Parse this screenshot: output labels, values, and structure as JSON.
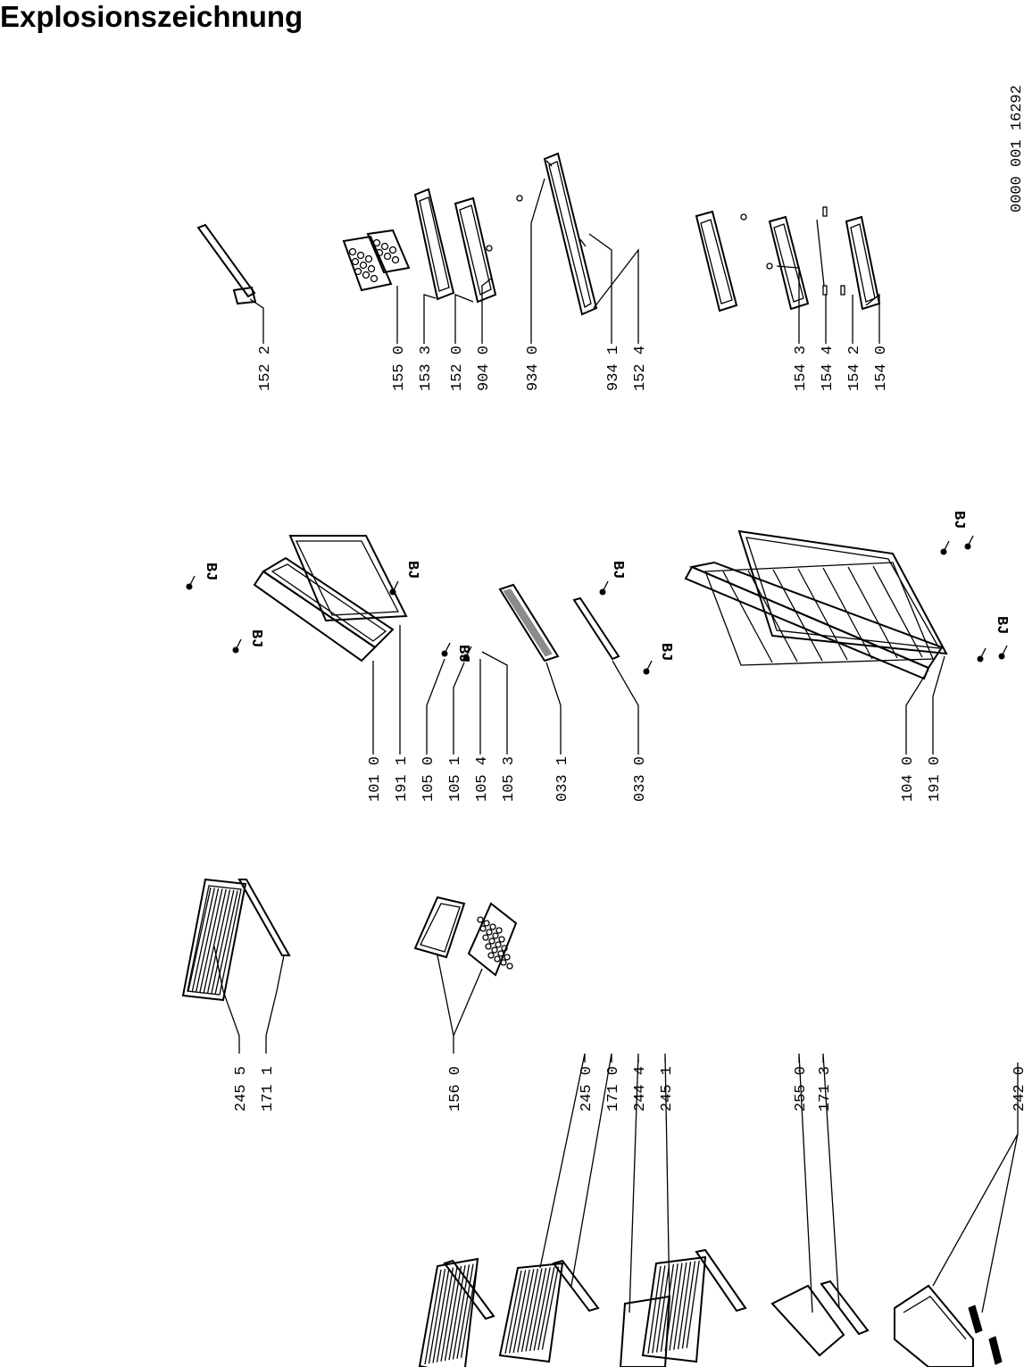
{
  "title": "Explosionszeichnung",
  "drawing_number": "0000 001 16292",
  "callouts": [
    {
      "id": "c-245-5",
      "label": "245 5"
    },
    {
      "id": "c-171-1",
      "label": "171 1"
    },
    {
      "id": "c-156-0",
      "label": "156 0"
    },
    {
      "id": "c-245-0",
      "label": "245 0"
    },
    {
      "id": "c-171-0",
      "label": "171 0"
    },
    {
      "id": "c-244-4",
      "label": "244 4"
    },
    {
      "id": "c-245-1",
      "label": "245 1"
    },
    {
      "id": "c-255-0",
      "label": "255 0"
    },
    {
      "id": "c-171-3",
      "label": "171 3"
    },
    {
      "id": "c-242-0",
      "label": "242 0"
    },
    {
      "id": "c-101-0",
      "label": "101 0"
    },
    {
      "id": "c-191-1",
      "label": "191 1"
    },
    {
      "id": "c-105-0",
      "label": "105 0"
    },
    {
      "id": "c-105-1",
      "label": "105 1"
    },
    {
      "id": "c-105-4",
      "label": "105 4"
    },
    {
      "id": "c-105-3",
      "label": "105 3"
    },
    {
      "id": "c-033-1",
      "label": "033 1"
    },
    {
      "id": "c-033-0",
      "label": "033 0"
    },
    {
      "id": "c-104-0",
      "label": "104 0"
    },
    {
      "id": "c-191-0",
      "label": "191 0"
    },
    {
      "id": "c-152-2",
      "label": "152 2"
    },
    {
      "id": "c-155-0",
      "label": "155 0"
    },
    {
      "id": "c-153-3",
      "label": "153 3"
    },
    {
      "id": "c-152-0",
      "label": "152 0"
    },
    {
      "id": "c-904-0",
      "label": "904 0"
    },
    {
      "id": "c-934-0",
      "label": "934 0"
    },
    {
      "id": "c-934-1",
      "label": "934 1"
    },
    {
      "id": "c-152-4",
      "label": "152 4"
    },
    {
      "id": "c-154-3",
      "label": "154 3"
    },
    {
      "id": "c-154-4",
      "label": "154 4"
    },
    {
      "id": "c-154-2",
      "label": "154 2"
    },
    {
      "id": "c-154-0",
      "label": "154 0"
    }
  ],
  "screw_marks": [
    {
      "id": "bj-1",
      "label": "BJ"
    },
    {
      "id": "bj-2",
      "label": "BJ"
    },
    {
      "id": "bj-3",
      "label": "BJ"
    },
    {
      "id": "bj-4",
      "label": "BJ"
    },
    {
      "id": "bj-5",
      "label": "BJ"
    },
    {
      "id": "bj-6",
      "label": "BJ"
    },
    {
      "id": "bj-7",
      "label": "BJ"
    },
    {
      "id": "bj-8",
      "label": "BJ"
    }
  ]
}
